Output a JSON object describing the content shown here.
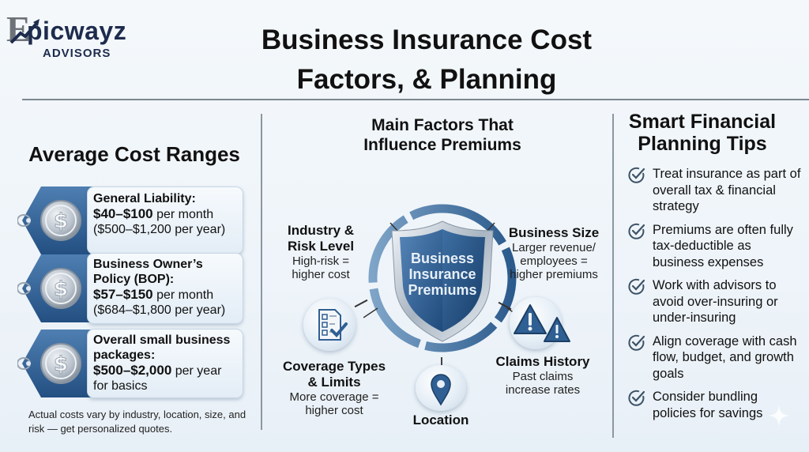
{
  "header": {
    "logo_letter": "E",
    "logo_word": "picwayz",
    "logo_sub": "ADVISORS",
    "title_line1": "Business Insurance Cost",
    "title_line2": "Factors, & Planning"
  },
  "left": {
    "heading": "Average Cost Ranges",
    "cards": [
      {
        "title": "General Liability:",
        "range": "$40–$100",
        "range_unit": " per month",
        "extra": "($500–$1,200 per year)",
        "icon": "dollar-coin-icon"
      },
      {
        "title": "Business Owner’s Policy (BOP):",
        "range": "$57–$150",
        "range_unit": " per month",
        "extra": "($684–$1,800 per year)",
        "icon": "dollar-coin-icon"
      },
      {
        "title": "Overall small business packages:",
        "range": "$500–$2,000",
        "range_unit": " per year",
        "extra": "for basics",
        "icon": "dollar-coin-icon"
      }
    ],
    "note": "Actual costs vary by industry, location, size, and risk — get personalized quotes."
  },
  "middle": {
    "heading_line1": "Main Factors That",
    "heading_line2": "Influence Premiums",
    "center": {
      "line1": "Business",
      "line2": "Insurance",
      "line3": "Premiums",
      "icon": "shield-icon"
    },
    "factors": {
      "industry": {
        "title_line1": "Industry &",
        "title_line2": "Risk Level",
        "desc_line1": "High-risk =",
        "desc_line2": "higher cost"
      },
      "size": {
        "title_line1": "Business Size",
        "desc_line1": "Larger revenue/",
        "desc_line2": "employees =",
        "desc_line3": "higher premiums"
      },
      "coverage": {
        "title_line1": "Coverage Types",
        "title_line2": "& Limits",
        "desc_line1": "More coverage =",
        "desc_line2": "higher cost",
        "icon": "checklist-icon"
      },
      "claims": {
        "title_line1": "Claims History",
        "desc_line1": "Past claims",
        "desc_line2": "increase rates",
        "icon": "warning-icon"
      },
      "location": {
        "title_line1": "Location",
        "icon": "map-pin-icon"
      }
    }
  },
  "right": {
    "heading_line1": "Smart Financial",
    "heading_line2": "Planning Tips",
    "tips": [
      "Treat insurance as part of overall tax & financial strategy",
      "Premiums are often fully tax-deductible as business expenses",
      "Work with advisors to avoid over-insuring or under-insuring",
      "Align coverage with cash flow, budget, and growth goals",
      "Consider bundling policies for savings"
    ]
  },
  "colors": {
    "accent_blue": "#2f5f93",
    "dark_navy": "#1d2b4d",
    "divider": "#7c8790",
    "background": "#eef4f9"
  }
}
